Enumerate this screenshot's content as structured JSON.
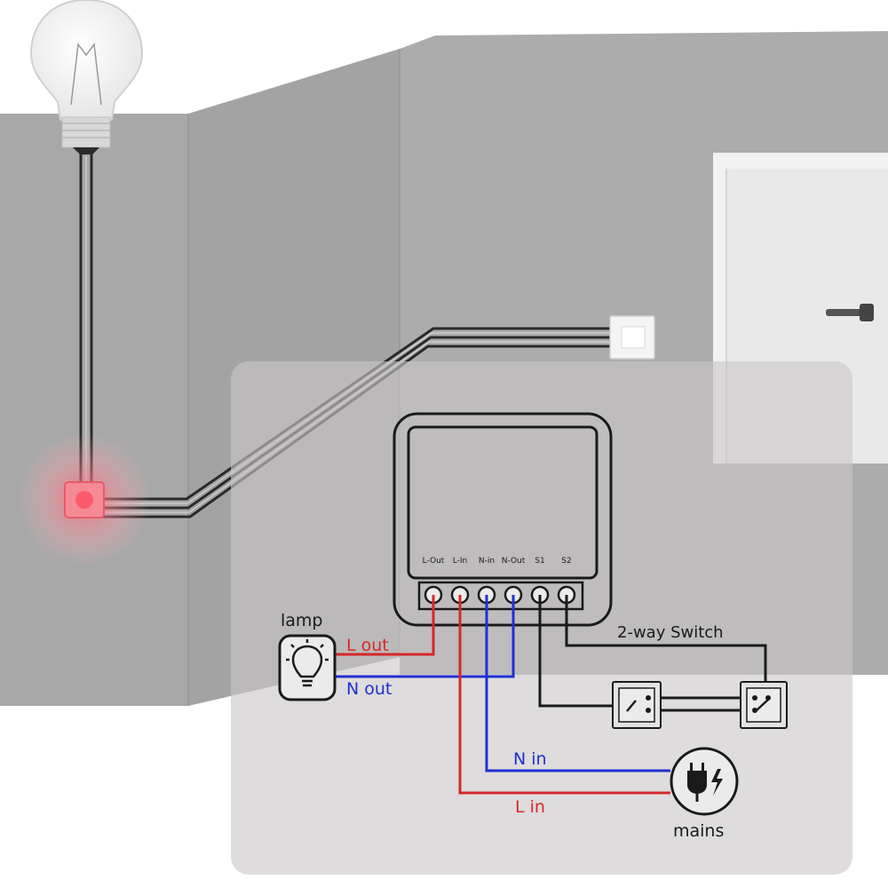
{
  "terminals": [
    "L-Out",
    "L-In",
    "N-in",
    "N-Out",
    "S1",
    "S2"
  ],
  "devices": {
    "lamp": "lamp",
    "switch": "2-way Switch",
    "mains": "mains"
  },
  "wires": {
    "l_out": "L out",
    "n_out": "N out",
    "n_in": "N in",
    "l_in": "L in"
  },
  "colors": {
    "live": "#d62828",
    "neutral": "#1f2fd0",
    "switch_wire": "#1a1a1a",
    "wall": "#a9a8a9",
    "panel": "#cdcacb",
    "highlight": "#ff6b7a"
  },
  "icons": {
    "bulb": "light-bulb-icon",
    "lamp": "lamp-bulb-icon",
    "plug": "mains-plug-icon",
    "door_handle": "door-handle-icon"
  }
}
